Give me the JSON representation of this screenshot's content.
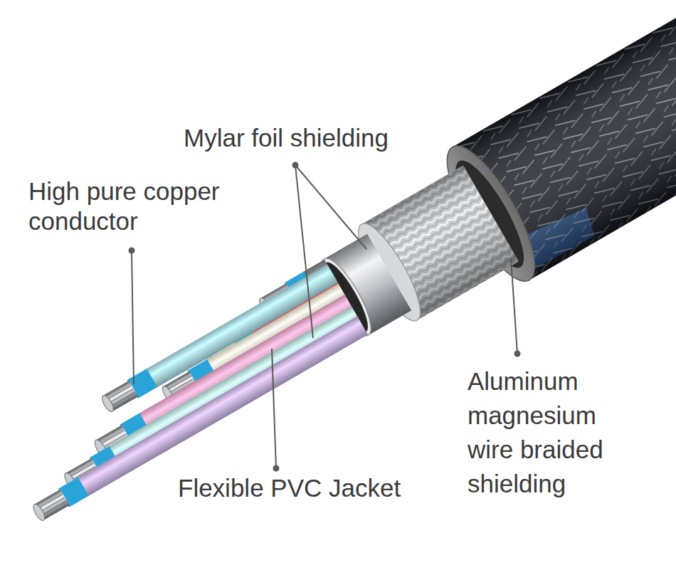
{
  "diagram": {
    "labels": [
      "Mylar foil shielding",
      "High pure copper conductor",
      "Aluminum magnesium wire braided shielding",
      "Flexible PVC Jacket"
    ]
  }
}
